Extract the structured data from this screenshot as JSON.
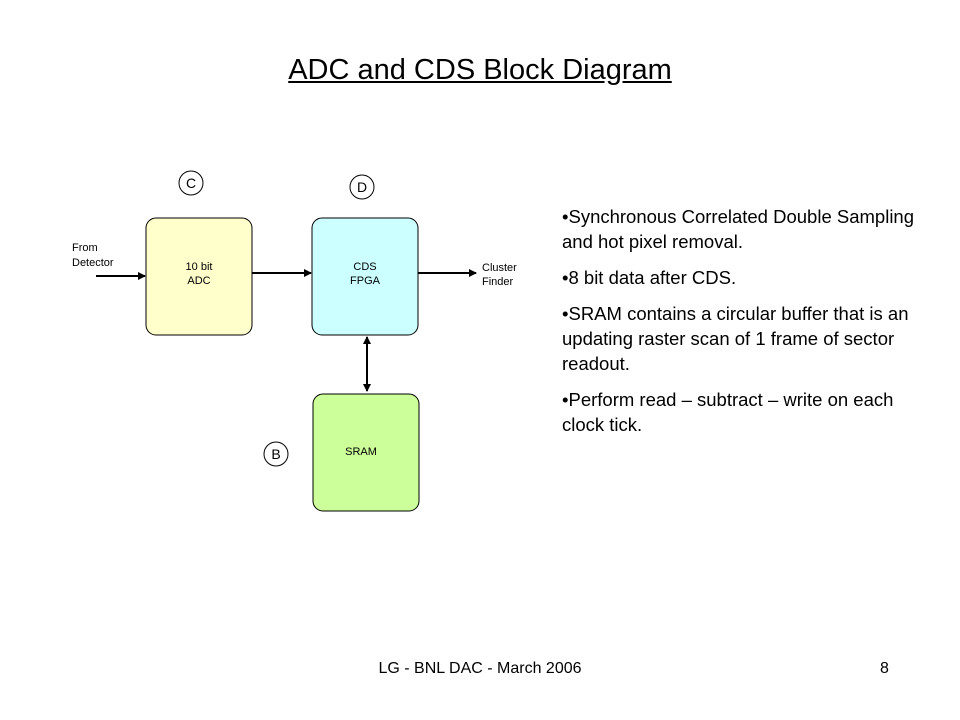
{
  "title": "ADC and CDS Block Diagram",
  "colors": {
    "adc_fill": "#ffffcc",
    "cds_fill": "#ccffff",
    "sram_fill": "#ccff99"
  },
  "diagram": {
    "input_label": [
      "From",
      "Detector"
    ],
    "output_label": [
      "Cluster",
      "Finder"
    ],
    "blocks": {
      "adc": {
        "lines": [
          "10 bit",
          "ADC"
        ],
        "tag": "C"
      },
      "cds": {
        "lines": [
          "CDS",
          "FPGA"
        ],
        "tag": "D"
      },
      "sram": {
        "lines": [
          "SRAM"
        ],
        "tag": "B"
      }
    }
  },
  "bullets": [
    "•Synchronous Correlated Double Sampling and hot pixel removal.",
    "•8 bit data after CDS.",
    "•SRAM contains a circular buffer that is an updating raster scan of 1 frame of sector readout.",
    "•Perform read – subtract – write on each clock tick."
  ],
  "footer": {
    "left": "LG - BNL DAC - March 2006",
    "page": "8"
  }
}
